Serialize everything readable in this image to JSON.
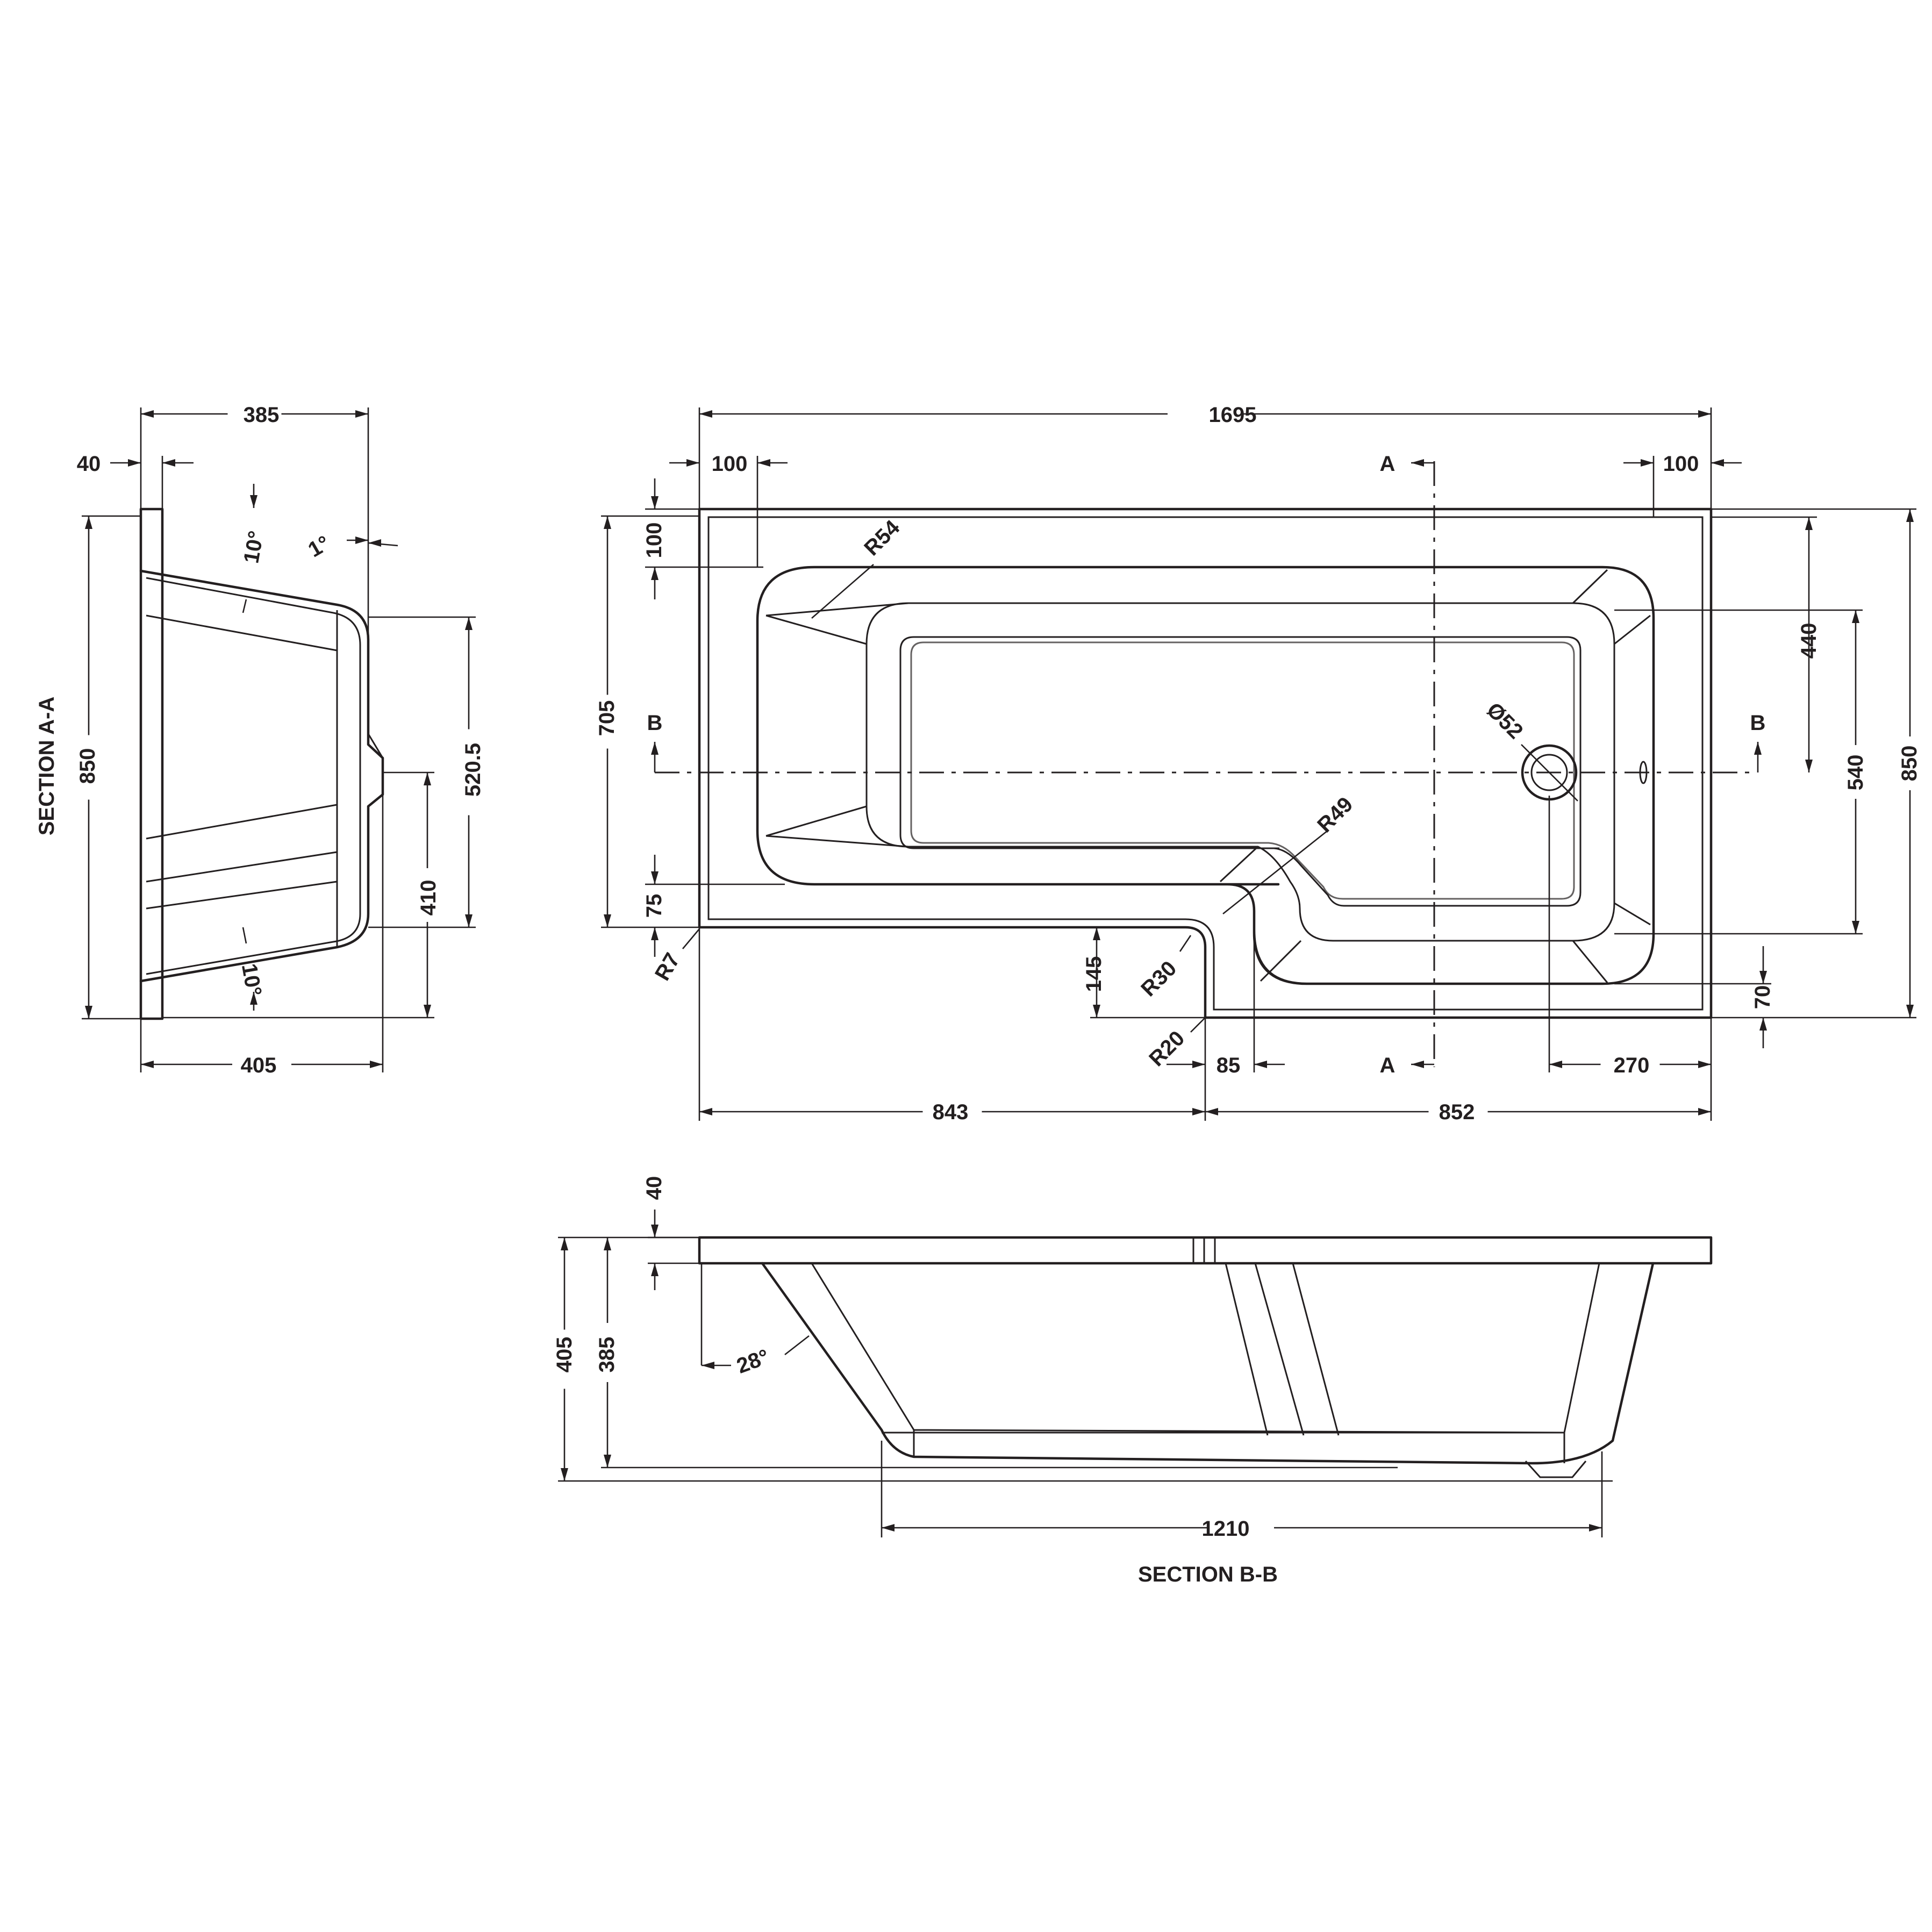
{
  "plan": {
    "overall_length": "1695",
    "left_rim": "100",
    "right_rim": "100",
    "top_rim": "100",
    "depth_left": "705",
    "bottom_rim_left": "75",
    "corner_radius_outer": "R7",
    "radius_top_left": "R54",
    "radius_inner_step": "R49",
    "radius_step_outer": "R30",
    "radius_step_corner": "R20",
    "waste_diameter": "Ø52",
    "step_depth": "145",
    "step_rim": "85",
    "waste_from_right": "270",
    "left_section_length": "843",
    "right_section_length": "852",
    "to_centreline": "440",
    "inner_width_right": "540",
    "overall_width": "850",
    "bottom_rim_right": "70",
    "section_a_top": "A",
    "section_a_bottom": "A",
    "section_b_left": "B",
    "section_b_right": "B"
  },
  "section_aa": {
    "title": "SECTION A-A",
    "top_width": "385",
    "rim_width": "40",
    "height": "850",
    "angle_top": "10°",
    "angle_bottom": "10°",
    "angle_side": "1°",
    "upper_height": "520.5",
    "lower_height": "410",
    "bottom_width": "405"
  },
  "section_bb": {
    "title": "SECTION B-B",
    "rim_thickness": "40",
    "overall_depth": "405",
    "inner_depth": "385",
    "end_angle": "28°",
    "base_length": "1210"
  }
}
